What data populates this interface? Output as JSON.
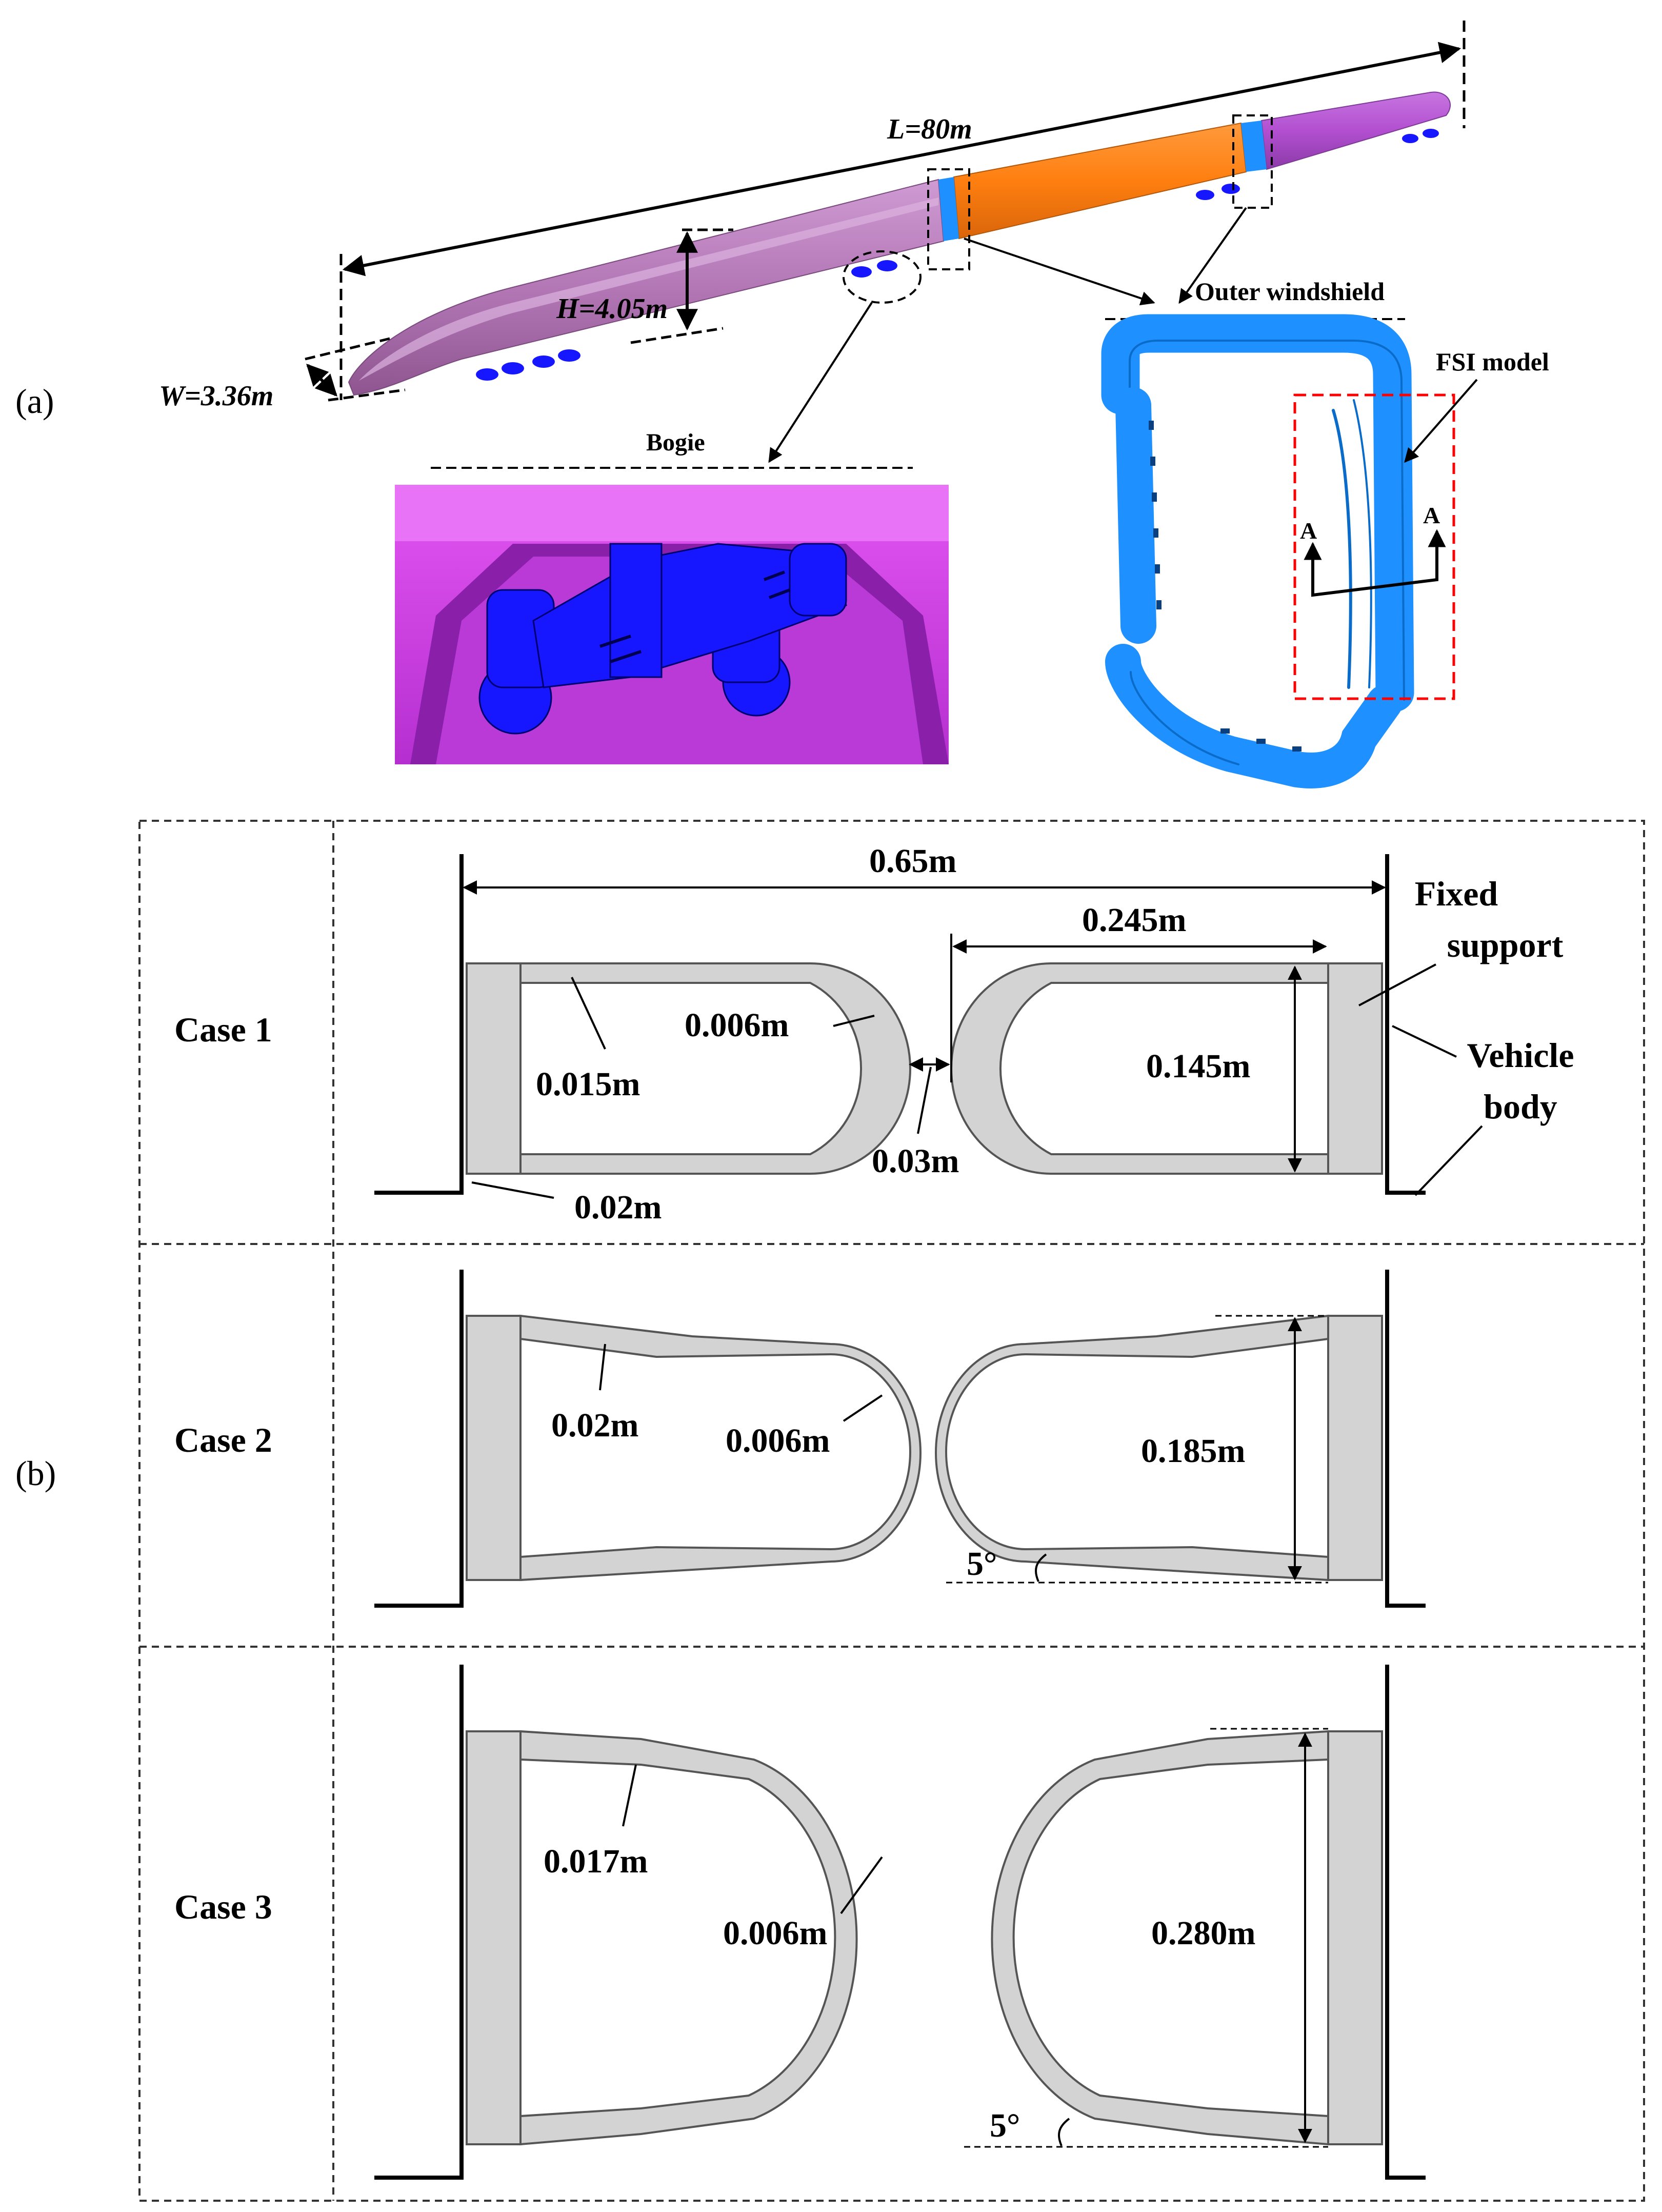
{
  "panel_a": {
    "label": "(a)",
    "dims": {
      "length": "L=80m",
      "height": "H=4.05m",
      "width": "W=3.36m"
    },
    "callouts": {
      "bogie": "Bogie",
      "outer_windshield": "Outer windshield",
      "fsi_model": "FSI model",
      "section_mark": "A"
    },
    "colors": {
      "head_car": "#b377b6",
      "middle_car": "#ff7f10",
      "tail_car": "#b24fd0",
      "bogie": "#1616ff",
      "windshield": "#1e90ff",
      "bogie_body": "#cc33ee",
      "fsi_box": "#ff0000"
    }
  },
  "panel_b": {
    "label": "(b)",
    "cases": [
      {
        "name": "Case 1",
        "labels": [
          "0.65m",
          "0.245m",
          "0.006m",
          "0.015m",
          "0.03m",
          "0.145m",
          "0.02m"
        ],
        "support": "Fixed support",
        "vehicle": "Vehicle body"
      },
      {
        "name": "Case 2",
        "labels": [
          "0.02m",
          "0.006m",
          "0.185m",
          "5°"
        ]
      },
      {
        "name": "Case 3",
        "labels": [
          "0.017m",
          "0.006m",
          "0.280m",
          "5°"
        ]
      }
    ],
    "colors": {
      "plate": "#d3d3d3",
      "outline": "#555555"
    }
  }
}
